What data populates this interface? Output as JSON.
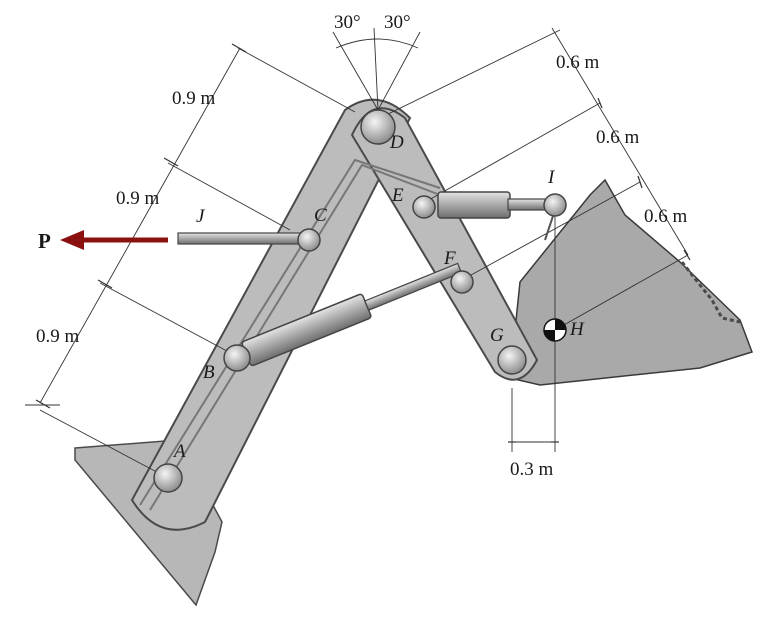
{
  "points": {
    "A": "A",
    "B": "B",
    "C": "C",
    "D": "D",
    "E": "E",
    "F": "F",
    "G": "G",
    "H": "H",
    "I": "I",
    "J": "J"
  },
  "force_label": "P",
  "dimensions": {
    "left_upper": "0.9 m",
    "left_middle": "0.9 m",
    "left_lower": "0.9 m",
    "right_upper": "0.6 m",
    "right_middle": "0.6 m",
    "right_lower": "0.6 m",
    "bottom": "0.3 m",
    "angle_left": "30°",
    "angle_right": "30°"
  },
  "colors": {
    "arm": "#bcbcbc",
    "arm_edge": "#4a4a4a",
    "force_arrow": "#8b1010",
    "bucket": "#a9a9a9"
  }
}
